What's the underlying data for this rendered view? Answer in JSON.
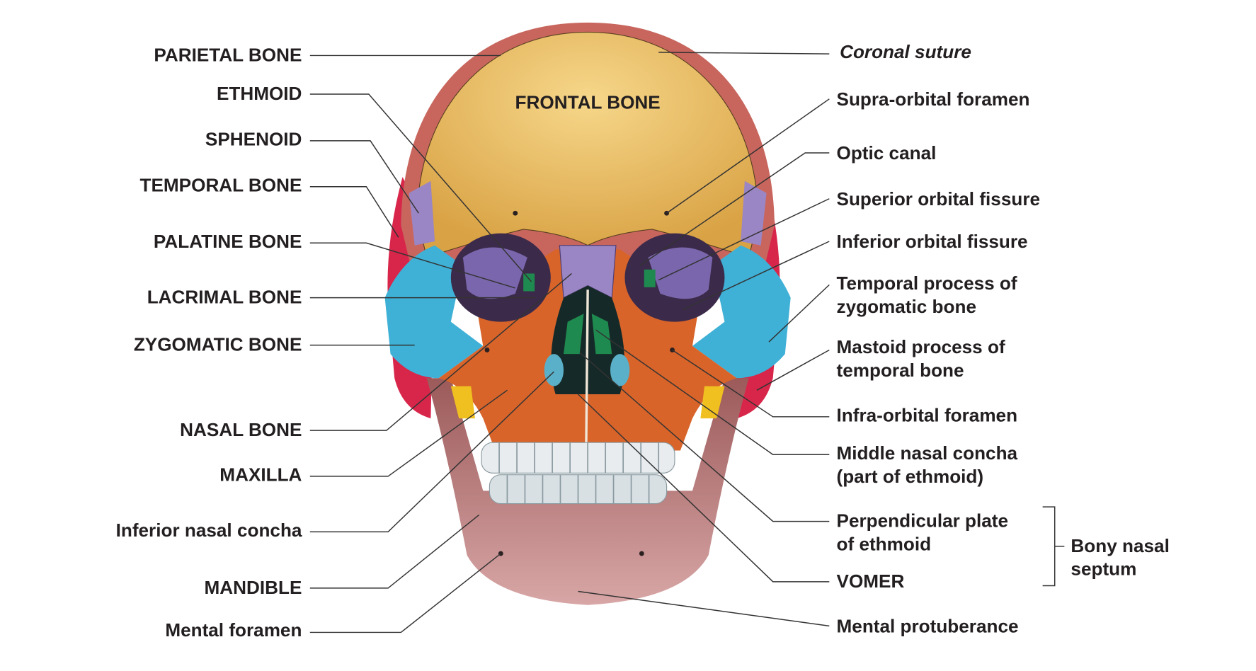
{
  "center_label": "FRONTAL BONE",
  "left_labels": [
    "PARIETAL BONE",
    "ETHMOID",
    "SPHENOID",
    "TEMPORAL BONE",
    "PALATINE BONE",
    "LACRIMAL BONE",
    "ZYGOMATIC BONE",
    "NASAL BONE",
    "MAXILLA",
    "Inferior nasal concha",
    "MANDIBLE",
    "Mental foramen"
  ],
  "right_labels": {
    "coronal_suture": "Coronal suture",
    "supra_orbital_foramen": "Supra-orbital foramen",
    "optic_canal": "Optic canal",
    "superior_orbital_fissure": "Superior orbital fissure",
    "inferior_orbital_fissure": "Inferior orbital fissure",
    "temporal_process_1": "Temporal process of",
    "temporal_process_2": "zygomatic bone",
    "mastoid_1": "Mastoid process of",
    "mastoid_2": "temporal bone",
    "infra_orbital_foramen": "Infra-orbital foramen",
    "middle_concha_1": "Middle nasal concha",
    "middle_concha_2": "(part of ethmoid)",
    "perp_plate_1": "Perpendicular plate",
    "perp_plate_2": "of ethmoid",
    "vomer": "VOMER",
    "mental_protuberance": "Mental protuberance"
  },
  "bracket_label": {
    "line1": "Bony nasal",
    "line2": "septum"
  },
  "colors": {
    "frontal": "#e8b85a",
    "parietal": "#c8665e",
    "temporal": "#d8264a",
    "sphenoid": "#9a86c4",
    "zygomatic": "#3fb0d6",
    "maxilla": "#d8642a",
    "mandible": "#b57070",
    "ethmoid_green": "#1f8a50",
    "palatine_yellow": "#f0c020"
  }
}
